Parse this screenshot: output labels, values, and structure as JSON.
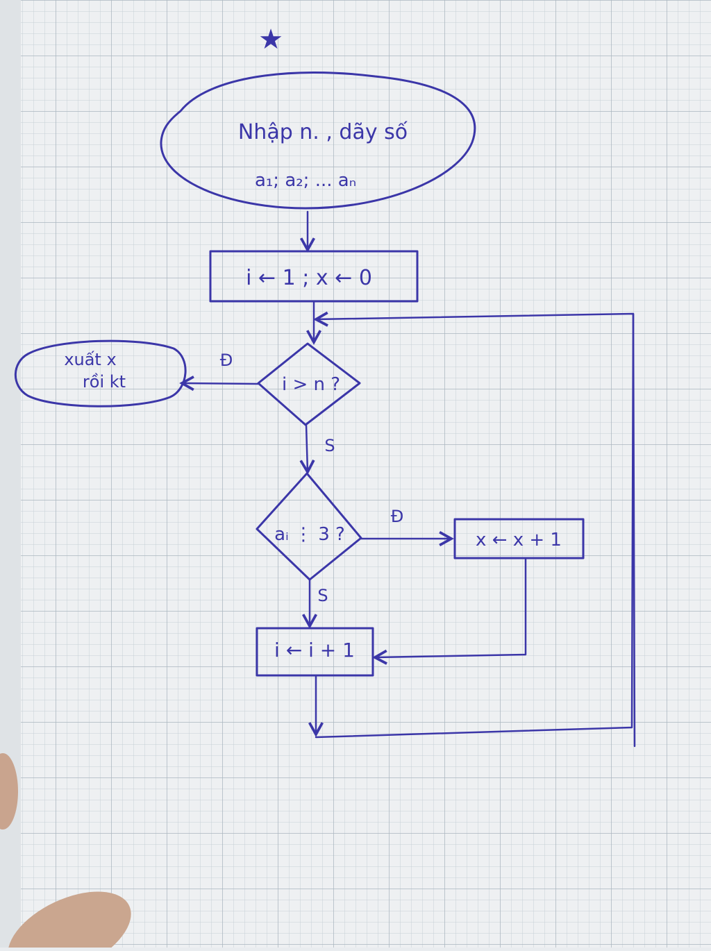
{
  "diagram": {
    "type": "flowchart",
    "ink_color": "#3b36a8",
    "paper_color": "#eef0f2",
    "grid_color": "#b9c4cc",
    "mark": "★",
    "nodes": {
      "start": {
        "line1": "Nhập n. , dãy số",
        "line2": "a₁; a₂; ... aₙ"
      },
      "init": "i ← 1 ; x ← 0",
      "cond1": "i > n ?",
      "output": {
        "line1": "xuất x",
        "line2": "rồi kt"
      },
      "cond2": "aᵢ ⋮ 3 ?",
      "inc_x": "x ← x + 1",
      "inc_i": "i ← i + 1"
    },
    "edge_labels": {
      "cond1_true": "Đ",
      "cond1_false": "S",
      "cond2_true": "Đ",
      "cond2_false": "S"
    }
  }
}
